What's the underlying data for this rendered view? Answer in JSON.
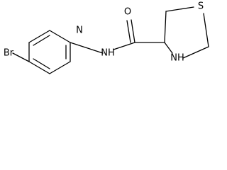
{
  "molecule": {
    "atoms": {
      "bromine": "Br",
      "pyridine_nitrogen": "N",
      "amide_nitrogen_hydrogen": "NH",
      "carbonyl_oxygen": "O",
      "ring_sulfur": "S",
      "ring_nitrogen_hydrogen": "NH"
    },
    "colors": {
      "bond": "#000000",
      "label": "#000000",
      "background": "#ffffff"
    }
  }
}
